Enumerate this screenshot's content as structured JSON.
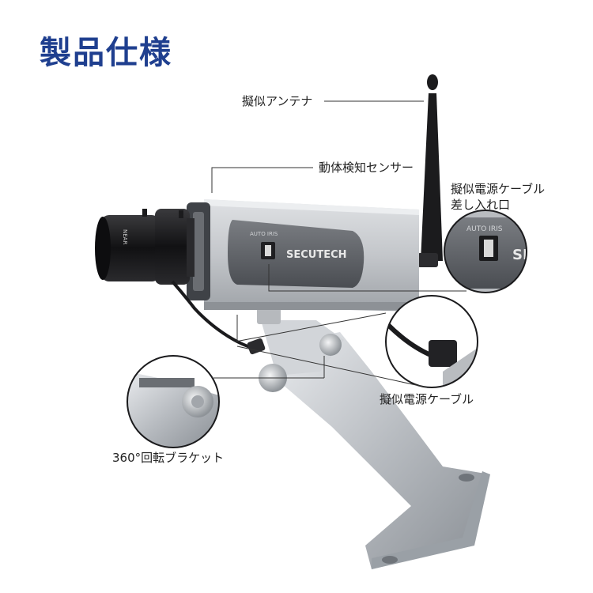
{
  "page": {
    "title": "製品仕様"
  },
  "callouts": {
    "antenna": "擬似アンテナ",
    "motion_sensor": "動体検知センサー",
    "power_inlet_line1": "擬似電源ケーブル",
    "power_inlet_line2": "差し入れ口",
    "power_cable": "擬似電源ケーブル",
    "bracket": "360°回転ブラケット"
  },
  "product": {
    "brand_label": "SECUTECH",
    "lens_marking": "NEAR",
    "zoom_marking": "AUTO IRIS",
    "detail_brand_fragment": "SE"
  },
  "colors": {
    "title": "#1f3f8f",
    "leader_line": "#333333",
    "body_silver": "#c9ccd0",
    "body_dark": "#5b5e63",
    "lens_black": "#1b1b1d"
  }
}
